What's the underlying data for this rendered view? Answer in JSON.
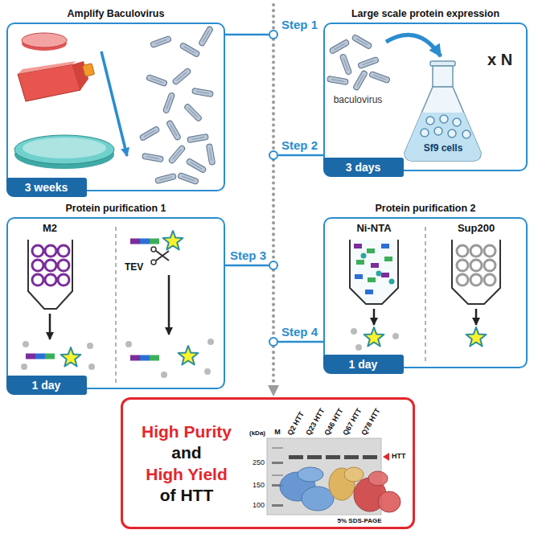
{
  "diagram": {
    "nodes": [
      {
        "text": [
          "Amplify Baculovirus"
        ]
      },
      {
        "text": [
          "3 weeks"
        ],
        "in": 0
      },
      {
        "text": [
          "Step 1"
        ]
      },
      {
        "text": [
          "Large scale protein expression"
        ]
      },
      {
        "text": [
          "3 days"
        ],
        "in": 3
      },
      {
        "text": [
          "Step 2"
        ]
      },
      {
        "text": [
          "Protein purification 1"
        ]
      },
      {
        "text": [
          "1 day"
        ],
        "in": 6
      },
      {
        "text": [
          "Step 3"
        ]
      },
      {
        "text": [
          "Protein purification 2"
        ]
      },
      {
        "text": [
          "1 day"
        ],
        "in": 9
      },
      {
        "text": [
          "Step 4"
        ]
      },
      {
        "text": [
          "High Purity",
          "and",
          "High Yield",
          "of HTT"
        ]
      }
    ],
    "edges": [
      {
        "from": 2,
        "to": 0,
        "arrow": "none"
      },
      {
        "from": 2,
        "to": 5,
        "arrow": "none"
      },
      {
        "from": 5,
        "to": 3,
        "arrow": "none"
      },
      {
        "from": 5,
        "to": 8,
        "arrow": "none"
      },
      {
        "from": 8,
        "to": 6,
        "arrow": "none"
      },
      {
        "from": 8,
        "to": 11,
        "arrow": "none"
      },
      {
        "from": 11,
        "to": 9,
        "arrow": "none"
      },
      {
        "from": 11,
        "to": 12,
        "arrow": "to"
      }
    ],
    "labels": [
      "baculovirus",
      "x N",
      "Sf9 cells",
      "M2",
      "TEV",
      "Ni-NTA",
      "Sup200",
      "M",
      "Q2 HTT",
      "Q23 HTT",
      "Q46 HTT",
      "Q67 HTT",
      "Q78 HTT",
      "(kDa)",
      "250",
      "150",
      "100",
      "HTT",
      "5% SDS-PAGE"
    ]
  }
}
